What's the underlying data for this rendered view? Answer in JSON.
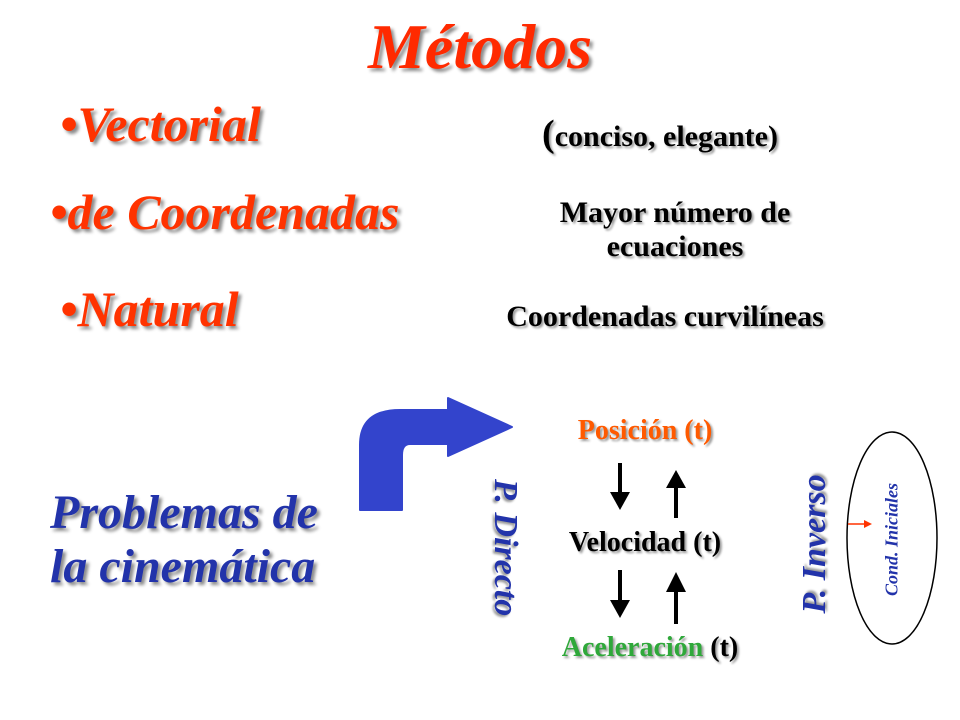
{
  "title": "Métodos",
  "methods": [
    {
      "label": "•Vectorial"
    },
    {
      "label": "•de Coordenadas"
    },
    {
      "label": "•Natural"
    }
  ],
  "descriptions": {
    "vectorial_paren": "(",
    "vectorial_text": "conciso, elegante)",
    "coordenadas": "Mayor número de ecuaciones",
    "natural": "Coordenadas curvilíneas"
  },
  "problems_title": {
    "line1": "Problemas de",
    "line2": "la cinemática"
  },
  "chain": {
    "position": "Posición (t)",
    "velocity": "Velocidad (t)",
    "acceleration_word": "Aceleración",
    "acceleration_t": "(t)"
  },
  "side_labels": {
    "direct": "P. Directo",
    "inverse": "P. Inverso",
    "initial_conditions": "Cond. Iniciales"
  },
  "colors": {
    "title_red": "#ff2a00",
    "method_red": "#ff3300",
    "blue": "#2233aa",
    "position_orange": "#ff5a00",
    "acceleration_green": "#2fa83a"
  },
  "icons": [
    "curved-arrow-icon",
    "down-arrow-icon",
    "up-arrow-icon",
    "small-arrow-icon"
  ]
}
